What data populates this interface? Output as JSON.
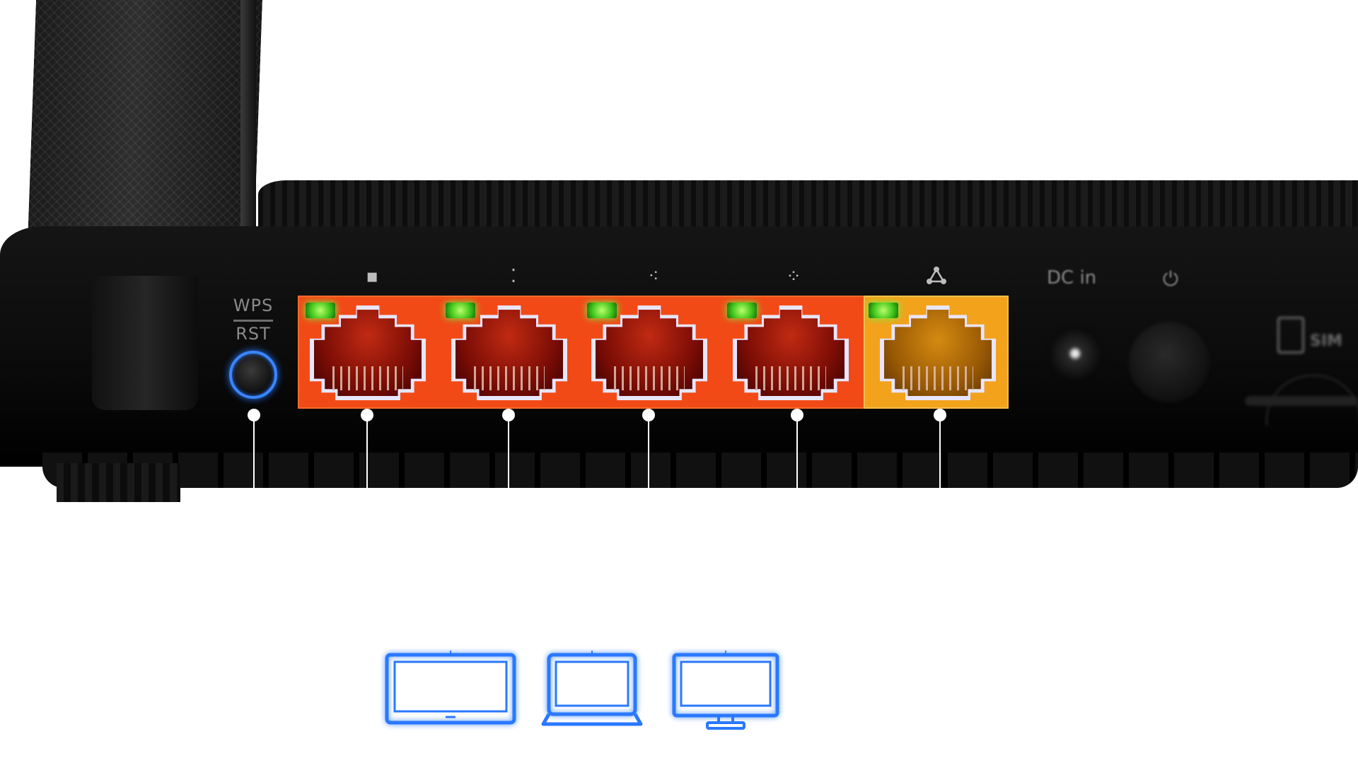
{
  "labels": {
    "wps": "WPS",
    "rst": "RST",
    "dc_in": "DC in",
    "sim": "SIM"
  },
  "port_glyphs": [
    "▪",
    "⁚",
    "⁖",
    "⁘"
  ],
  "wan_glyph": "wan-icon",
  "power_glyph": "power-icon",
  "colors": {
    "lan_port_panel": "#f24a16",
    "wan_port_panel": "#f3a21c",
    "led_green": "#3ec41a",
    "device_blue": "#2a78ff",
    "wps_ring_blue": "#3a86ff"
  },
  "devices": [
    "tablet-icon",
    "laptop-icon",
    "desktop-monitor-icon"
  ]
}
